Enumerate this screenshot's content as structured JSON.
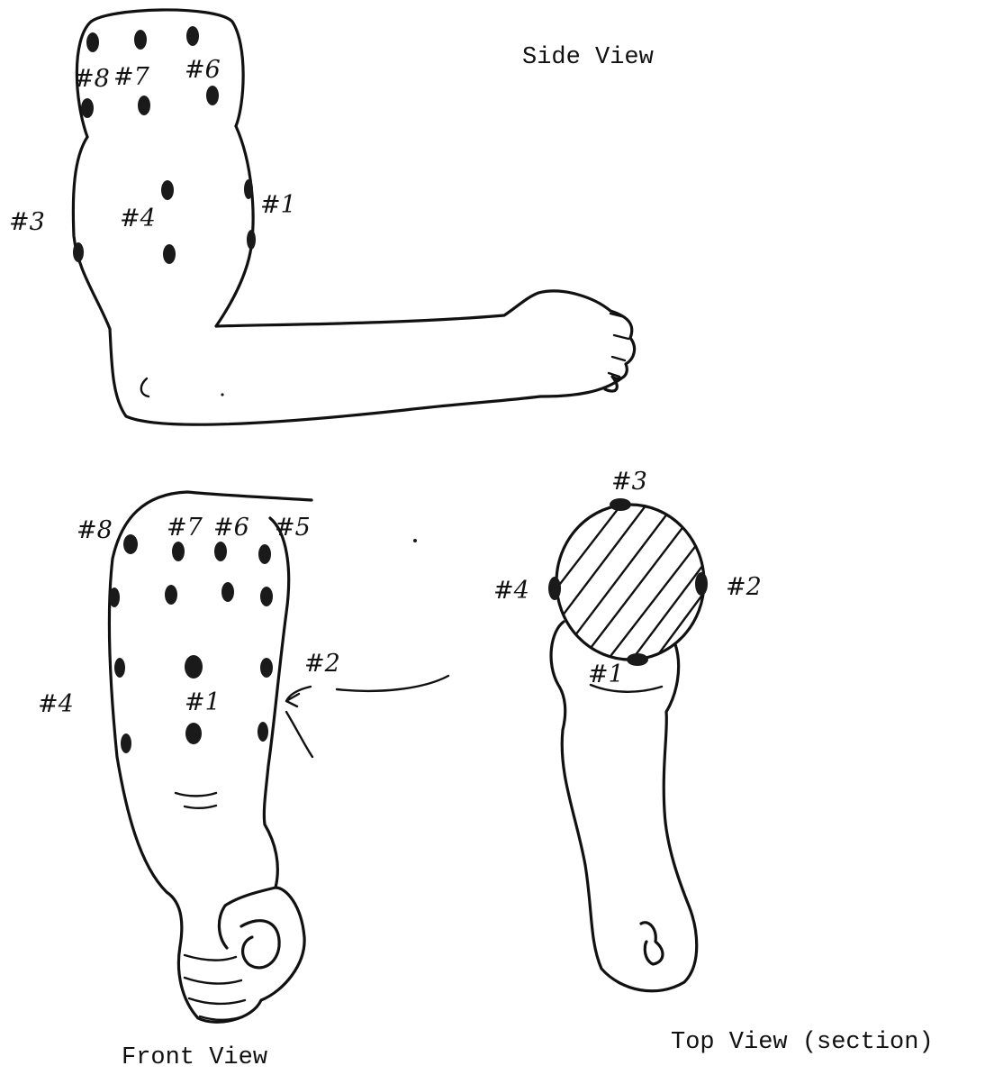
{
  "side_view": {
    "title": "Side View",
    "labels": [
      "#8",
      "#7",
      "#6",
      "#3",
      "#4",
      "#1"
    ]
  },
  "front_view": {
    "title": "Front View",
    "labels": [
      "#8",
      "#7",
      "#6",
      "#5",
      "#2",
      "#4",
      "#1"
    ]
  },
  "top_view": {
    "title": "Top View (section)",
    "labels": [
      "#3",
      "#4",
      "#2",
      "#1"
    ]
  },
  "colors": {
    "ink": "#111111",
    "paper": "#ffffff"
  }
}
